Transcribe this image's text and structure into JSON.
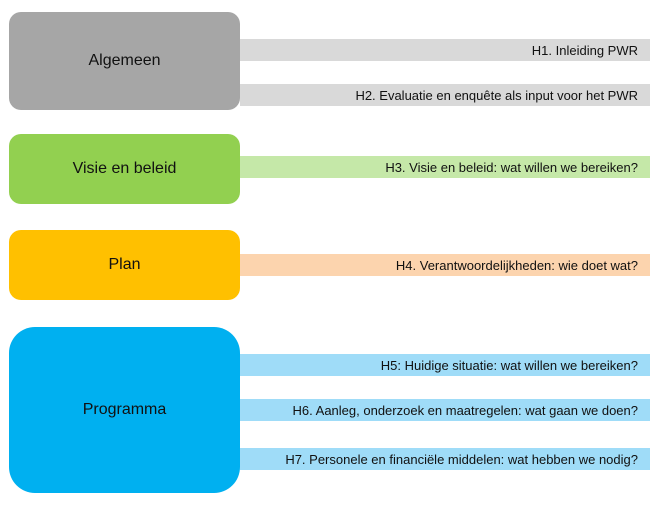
{
  "colors": {
    "algemeen_box": "#a6a6a6",
    "algemeen_bar": "#d9d9d9",
    "visie_box": "#92d050",
    "visie_bar": "#c5e8a8",
    "plan_box": "#ffc000",
    "plan_bar": "#fcd4ae",
    "programma_box": "#00b0f0",
    "programma_bar": "#9fdcf8"
  },
  "sections": {
    "algemeen": {
      "label": "Algemeen",
      "chapters": [
        "H1. Inleiding PWR",
        "H2. Evaluatie en enquête als input voor het PWR"
      ]
    },
    "visie": {
      "label": "Visie en beleid",
      "chapters": [
        "H3. Visie en beleid: wat willen we bereiken?"
      ]
    },
    "plan": {
      "label": "Plan",
      "chapters": [
        "H4. Verantwoordelijkheden: wie doet wat?"
      ]
    },
    "programma": {
      "label": "Programma",
      "chapters": [
        "H5: Huidige situatie: wat willen we bereiken?",
        "H6. Aanleg, onderzoek en maatregelen: wat gaan we doen?",
        "H7. Personele en financiële middelen: wat hebben we nodig?"
      ]
    }
  }
}
